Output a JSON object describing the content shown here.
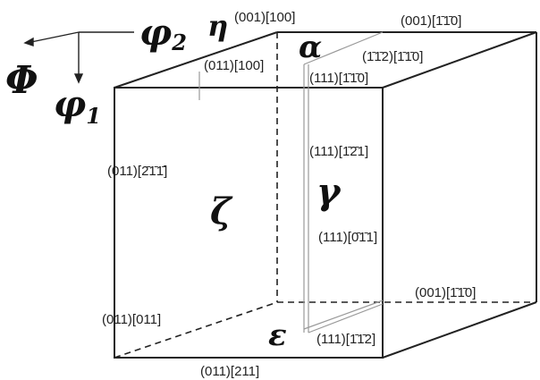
{
  "axes": {
    "phi2": "φ2",
    "phi2_symbol": "φ",
    "phi2_sub": "2",
    "Phi": "Φ",
    "phi1_symbol": "φ",
    "phi1_sub": "1"
  },
  "fibers": {
    "eta": "η",
    "alpha": "α",
    "gamma": "γ",
    "zeta": "ζ",
    "epsilon": "ε"
  },
  "labels": {
    "l001_100": "(001)[100]",
    "l001_1m10_top": "(001)[1̄1̄0]",
    "l011_100": "(011)[100]",
    "l112_1m10": "(1̄1̄2)[1̄1̄0]",
    "l111_1m10": "(111)[1̄1̄0]",
    "l111_1m21": "(111)[1̄2̄1]",
    "l011_2m1m1": "(011)[2̄1̄1̄]",
    "l111_0m11": "(111)[0̄1̄1]",
    "l001_1m10_bottom": "(001)[1̄1̄0]",
    "l011_011": "(011)[011]",
    "l111_m1m12": "(111)[1̄1̄2]",
    "l011_211": "(011)[211]"
  },
  "colors": {
    "line": "#222222",
    "fiber": "#aaaaaa",
    "text": "#222222"
  }
}
